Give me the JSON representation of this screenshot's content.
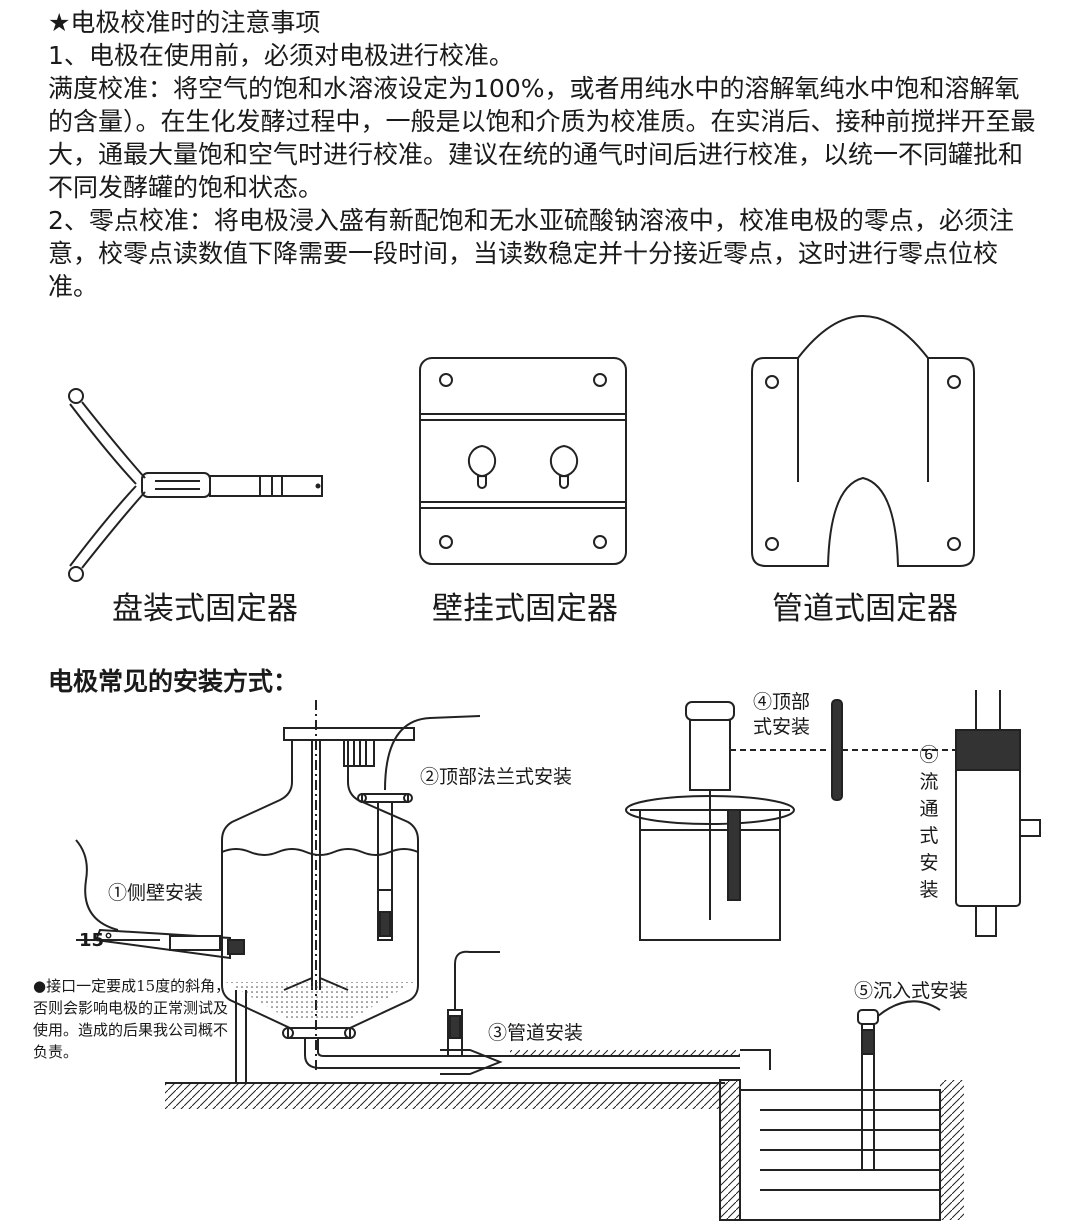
{
  "notes": {
    "heading": "★电极校准时的注意事项",
    "item1": "1、电极在使用前，必须对电极进行校准。",
    "full_scale": "满度校准：将空气的饱和水溶液设定为100%，或者用纯水中的溶解氧纯水中饱和溶解氧的含量）。在生化发酵过程中，一般是以饱和介质为校准质。在实消后、接种前搅拌开至最大，通最大量饱和空气时进行校准。建议在统的通气时间后进行校准，以统一不同罐批和不同发酵罐的饱和状态。",
    "zero_point": "2、零点校准：将电极浸入盛有新配饱和无水亚硫酸钠溶液中，校准电极的零点，必须注意，校零点读数值下降需要一段时间，当读数稳定并十分接近零点，这时进行零点位校准。"
  },
  "fixtures": {
    "panel": "盘装式固定器",
    "wall": "壁挂式固定器",
    "pipe": "管道式固定器"
  },
  "install": {
    "title": "电极常见的安装方式：",
    "side": "①侧壁安装",
    "flange": "②顶部法兰式安装",
    "pipe": "③管道安装",
    "top": "④顶部式安装",
    "immersion": "⑤沉入式安装",
    "flow": "⑥流通式安装",
    "angle": "15°",
    "warning": "●接口一定要成15度的斜角，否则会影响电极的正常测试及使用。造成的后果我公司概不负责。"
  }
}
